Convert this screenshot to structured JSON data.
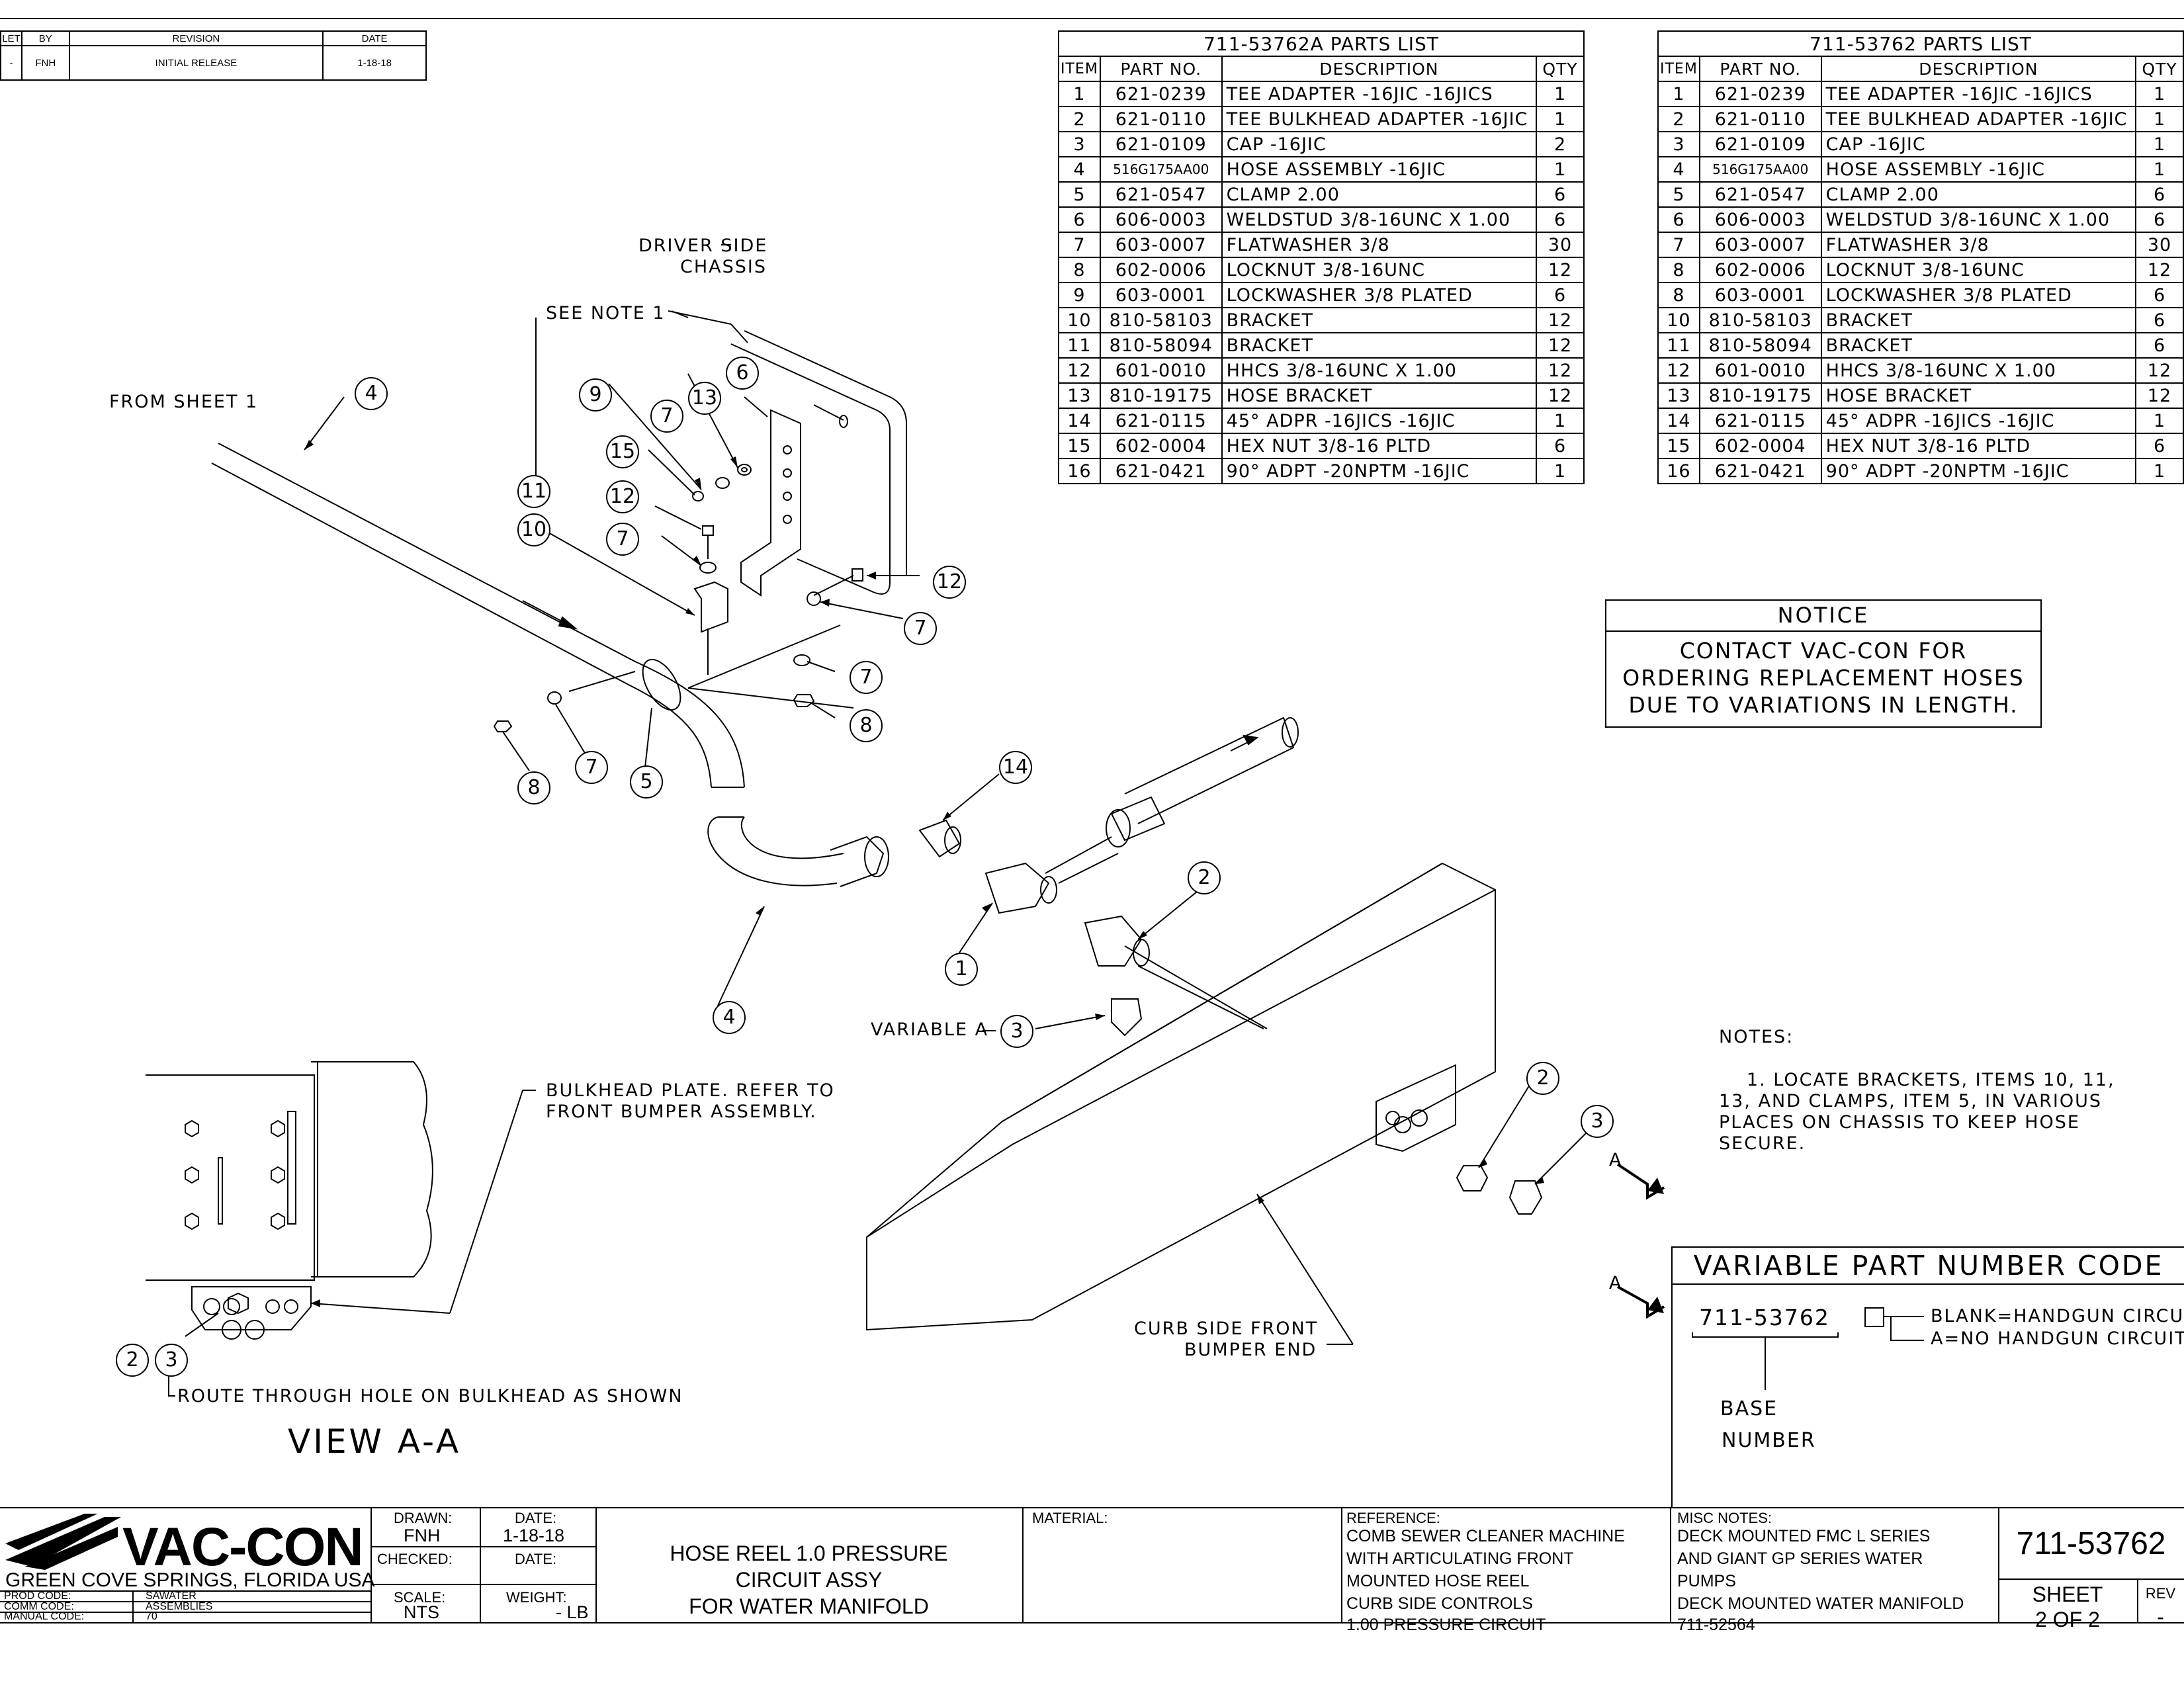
{
  "revision_block": {
    "headers": [
      "LET",
      "BY",
      "REVISION",
      "DATE"
    ],
    "row": [
      "-",
      "FNH",
      "INITIAL RELEASE",
      "1-18-18"
    ]
  },
  "parts_list_a": {
    "title": "711-53762A PARTS LIST",
    "headers": [
      "ITEM",
      "PART NO.",
      "DESCRIPTION",
      "QTY"
    ],
    "rows": [
      [
        "1",
        "621-0239",
        "TEE ADAPTER -16JIC -16JICS",
        "1"
      ],
      [
        "2",
        "621-0110",
        "TEE BULKHEAD ADAPTER -16JIC",
        "1"
      ],
      [
        "3",
        "621-0109",
        "CAP -16JIC",
        "2"
      ],
      [
        "4",
        "516G175AA00",
        "HOSE ASSEMBLY -16JIC",
        "1"
      ],
      [
        "5",
        "621-0547",
        "CLAMP 2.00",
        "6"
      ],
      [
        "6",
        "606-0003",
        "WELDSTUD 3/8-16UNC X 1.00",
        "6"
      ],
      [
        "7",
        "603-0007",
        "FLATWASHER 3/8",
        "30"
      ],
      [
        "8",
        "602-0006",
        "LOCKNUT 3/8-16UNC",
        "12"
      ],
      [
        "9",
        "603-0001",
        "LOCKWASHER 3/8 PLATED",
        "6"
      ],
      [
        "10",
        "810-58103",
        "BRACKET",
        "12"
      ],
      [
        "11",
        "810-58094",
        "BRACKET",
        "12"
      ],
      [
        "12",
        "601-0010",
        "HHCS 3/8-16UNC X 1.00",
        "12"
      ],
      [
        "13",
        "810-19175",
        "HOSE BRACKET",
        "12"
      ],
      [
        "14",
        "621-0115",
        "45° ADPR -16JICS -16JIC",
        "1"
      ],
      [
        "15",
        "602-0004",
        "HEX NUT 3/8-16 PLTD",
        "6"
      ],
      [
        "16",
        "621-0421",
        "90° ADPT -20NPTM -16JIC",
        "1"
      ]
    ]
  },
  "parts_list_b": {
    "title": "711-53762 PARTS LIST",
    "headers": [
      "ITEM",
      "PART NO.",
      "DESCRIPTION",
      "QTY"
    ],
    "rows": [
      [
        "1",
        "621-0239",
        "TEE ADAPTER -16JIC -16JICS",
        "1"
      ],
      [
        "2",
        "621-0110",
        "TEE BULKHEAD ADAPTER -16JIC",
        "1"
      ],
      [
        "3",
        "621-0109",
        "CAP -16JIC",
        "1"
      ],
      [
        "4",
        "516G175AA00",
        "HOSE ASSEMBLY -16JIC",
        "1"
      ],
      [
        "5",
        "621-0547",
        "CLAMP 2.00",
        "6"
      ],
      [
        "6",
        "606-0003",
        "WELDSTUD 3/8-16UNC X 1.00",
        "6"
      ],
      [
        "7",
        "603-0007",
        "FLATWASHER 3/8",
        "30"
      ],
      [
        "8",
        "602-0006",
        "LOCKNUT 3/8-16UNC",
        "12"
      ],
      [
        "8",
        "603-0001",
        "LOCKWASHER 3/8 PLATED",
        "6"
      ],
      [
        "10",
        "810-58103",
        "BRACKET",
        "6"
      ],
      [
        "11",
        "810-58094",
        "BRACKET",
        "6"
      ],
      [
        "12",
        "601-0010",
        "HHCS 3/8-16UNC X 1.00",
        "12"
      ],
      [
        "13",
        "810-19175",
        "HOSE BRACKET",
        "12"
      ],
      [
        "14",
        "621-0115",
        "45° ADPR -16JICS -16JIC",
        "1"
      ],
      [
        "15",
        "602-0004",
        "HEX NUT 3/8-16 PLTD",
        "6"
      ],
      [
        "16",
        "621-0421",
        "90° ADPT -20NPTM -16JIC",
        "1"
      ]
    ]
  },
  "notice": {
    "title": "NOTICE",
    "line1": "CONTACT VAC-CON FOR",
    "line2": "ORDERING REPLACEMENT HOSES",
    "line3": "DUE TO VARIATIONS IN LENGTH."
  },
  "notes": {
    "title": "NOTES:",
    "line1": "1.  LOCATE BRACKETS, ITEMS 10, 11,",
    "line2": "13, AND CLAMPS, ITEM 5, IN VARIOUS",
    "line3": "PLACES ON CHASSIS TO KEEP HOSE",
    "line4": "SECURE."
  },
  "variable_code": {
    "title": "VARIABLE PART NUMBER CODE",
    "base": "711-53762",
    "opt1": "BLANK=HANDGUN CIRCUIT",
    "opt2": "A=NO HANDGUN CIRCUIT",
    "base_label1": "BASE",
    "base_label2": "NUMBER"
  },
  "drawing_labels": {
    "driver_side1": "DRIVER SIDE",
    "driver_side2": "CHASSIS",
    "see_note": "SEE NOTE 1",
    "from_sheet": "FROM SHEET 1",
    "variable_a": "VARIABLE A",
    "bulkhead1": "BULKHEAD PLATE.  REFER TO",
    "bulkhead2": "FRONT BUMPER ASSEMBLY.",
    "route": "ROUTE THROUGH HOLE ON BULKHEAD AS SHOWN",
    "view": "VIEW A-A",
    "curb1": "CURB SIDE FRONT",
    "curb2": "BUMPER END",
    "section_a": "A"
  },
  "balloons": [
    "1",
    "2",
    "3",
    "4",
    "5",
    "6",
    "7",
    "8",
    "9",
    "10",
    "11",
    "12",
    "13",
    "14",
    "15"
  ],
  "title_block": {
    "company": "VAC-CON",
    "location": "GREEN COVE SPRINGS, FLORIDA USA",
    "prod_code_label": "PROD CODE:",
    "prod_code": "SAWATER",
    "comm_code_label": "COMM CODE:",
    "comm_code": "ASSEMBLIES",
    "manual_code_label": "MANUAL CODE:",
    "manual_code": "70",
    "drawn_label": "DRAWN:",
    "drawn": "FNH",
    "date_label": "DATE:",
    "date": "1-18-18",
    "checked_label": "CHECKED:",
    "scale_label": "SCALE:",
    "scale": "NTS",
    "weight_label": "WEIGHT:",
    "weight": "- LB",
    "title1": "HOSE REEL 1.0 PRESSURE",
    "title2": "CIRCUIT ASSY",
    "title3": "FOR WATER MANIFOLD",
    "material_label": "MATERIAL:",
    "reference_label": "REFERENCE:",
    "ref1": "COMB SEWER CLEANER MACHINE",
    "ref2": "WITH ARTICULATING FRONT",
    "ref3": "MOUNTED HOSE REEL",
    "ref4": "CURB SIDE CONTROLS",
    "ref5": "1.00 PRESSURE CIRCUIT",
    "misc_label": "MISC NOTES:",
    "misc1": "DECK MOUNTED FMC L SERIES",
    "misc2": "AND GIANT GP SERIES WATER",
    "misc3": "PUMPS",
    "misc4": "DECK MOUNTED WATER MANIFOLD",
    "misc5": "711-52564",
    "dwg_no": "711-53762",
    "sheet_label": "SHEET",
    "sheet": "2 OF 2",
    "rev_label": "REV",
    "rev": "-"
  }
}
